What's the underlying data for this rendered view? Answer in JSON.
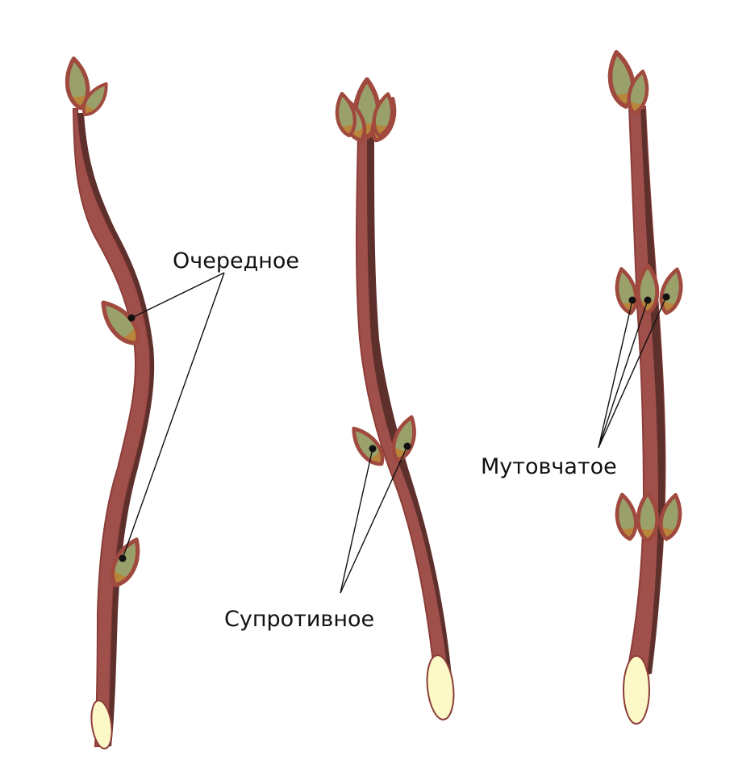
{
  "labels": {
    "alternate": "Очередное",
    "opposite": "Супротивное",
    "whorled": "Мутовчатое"
  },
  "colors": {
    "bark": "#a0504a",
    "bark_shadow": "#5e302c",
    "bark_outline": "#8c3d38",
    "bud_fill": "#9aa06a",
    "bud_lower": "#b9853a",
    "bud_outline": "#a04a3f",
    "cut_end": "#fdf8c8",
    "ink": "#111111"
  },
  "icons": {
    "bud": "bud-icon",
    "twig": "twig-icon"
  }
}
